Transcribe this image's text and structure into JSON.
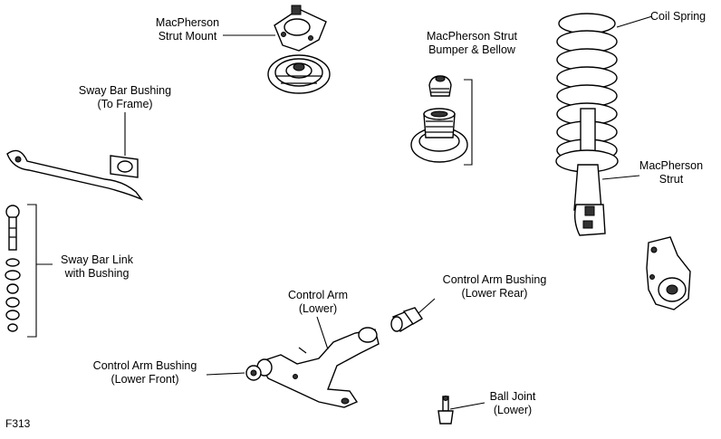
{
  "figure_code": "F313",
  "labels": {
    "strut_mount": {
      "line1": "MacPherson",
      "line2": "Strut Mount"
    },
    "bumper_bellow": {
      "line1": "MacPherson Strut",
      "line2": "Bumper & Bellow"
    },
    "coil_spring": {
      "line1": "Coil Spring"
    },
    "sway_bar_bushing": {
      "line1": "Sway Bar Bushing",
      "line2": "(To Frame)"
    },
    "macpherson_strut": {
      "line1": "MacPherson",
      "line2": "Strut"
    },
    "sway_bar_link": {
      "line1": "Sway Bar Link",
      "line2": "with Bushing"
    },
    "control_arm_bushing_rear": {
      "line1": "Control Arm Bushing",
      "line2": "(Lower Rear)"
    },
    "control_arm": {
      "line1": "Control Arm",
      "line2": "(Lower)"
    },
    "control_arm_bushing_front": {
      "line1": "Control Arm Bushing",
      "line2": "(Lower Front)"
    },
    "ball_joint": {
      "line1": "Ball Joint",
      "line2": "(Lower)"
    }
  }
}
